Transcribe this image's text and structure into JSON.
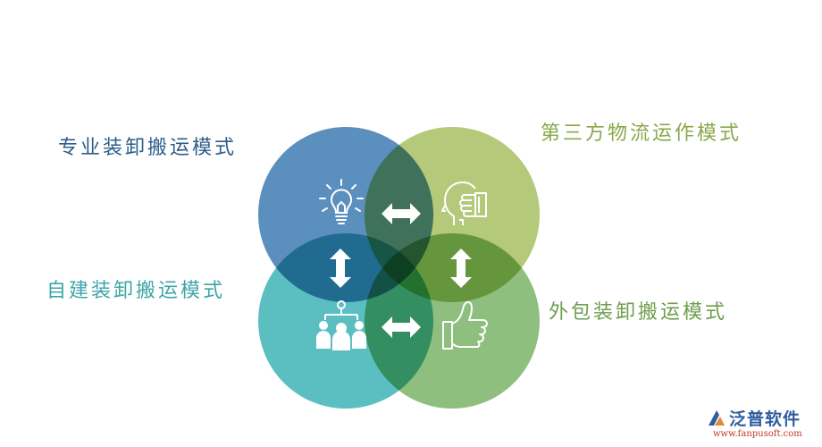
{
  "labels": {
    "top_left": "专业装卸搬运模式",
    "top_right": "第三方物流运作模式",
    "bottom_left": "自建装卸搬运模式",
    "bottom_right": "外包装卸搬运模式"
  },
  "colors": {
    "top_left": "#5b8fbe",
    "top_right": "#b4c97a",
    "bottom_left": "#5bbfc2",
    "bottom_right": "#8fbf7f",
    "label_top_left": "#2e5d8a",
    "label_top_right": "#8aa84a",
    "label_bottom_left": "#3ea5a8",
    "label_bottom_right": "#6e9e4e"
  },
  "icons": {
    "top_left": "lightbulb-icon",
    "top_right": "head-hand-icon",
    "bottom_left": "team-network-icon",
    "bottom_right": "thumbs-up-icon"
  },
  "logo": {
    "name": "泛普软件",
    "url": "www.fanpusoft.com"
  }
}
